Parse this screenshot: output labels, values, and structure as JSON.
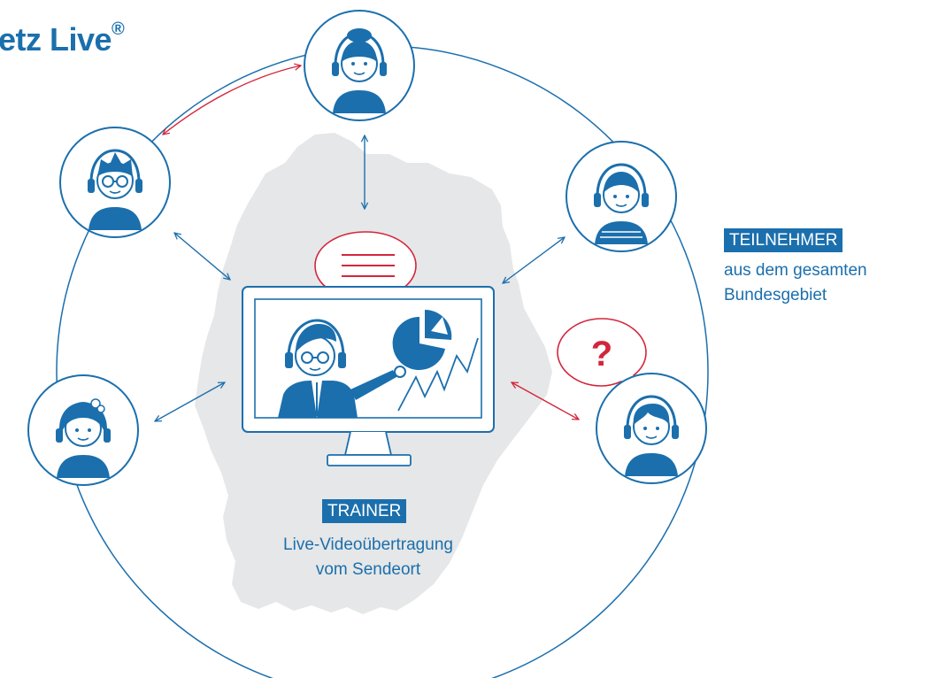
{
  "title": {
    "text": "etz Live",
    "mark": "®"
  },
  "participants": {
    "badge": "TEILNEHMER",
    "line1": "aus dem gesamten",
    "line2": "Bundesgebiet"
  },
  "trainer": {
    "badge": "TRAINER",
    "line1": "Live-Videoübertragung",
    "line2": "vom Sendeort"
  },
  "question_mark": "?",
  "colors": {
    "brand_blue": "#1b6fad",
    "accent_red": "#d3263b",
    "map_gray": "#e6e7e8"
  },
  "icons": [
    "headset-person-icon",
    "monitor-icon",
    "speech-bubble-icon",
    "pie-chart-icon",
    "line-chart-icon",
    "germany-map"
  ]
}
